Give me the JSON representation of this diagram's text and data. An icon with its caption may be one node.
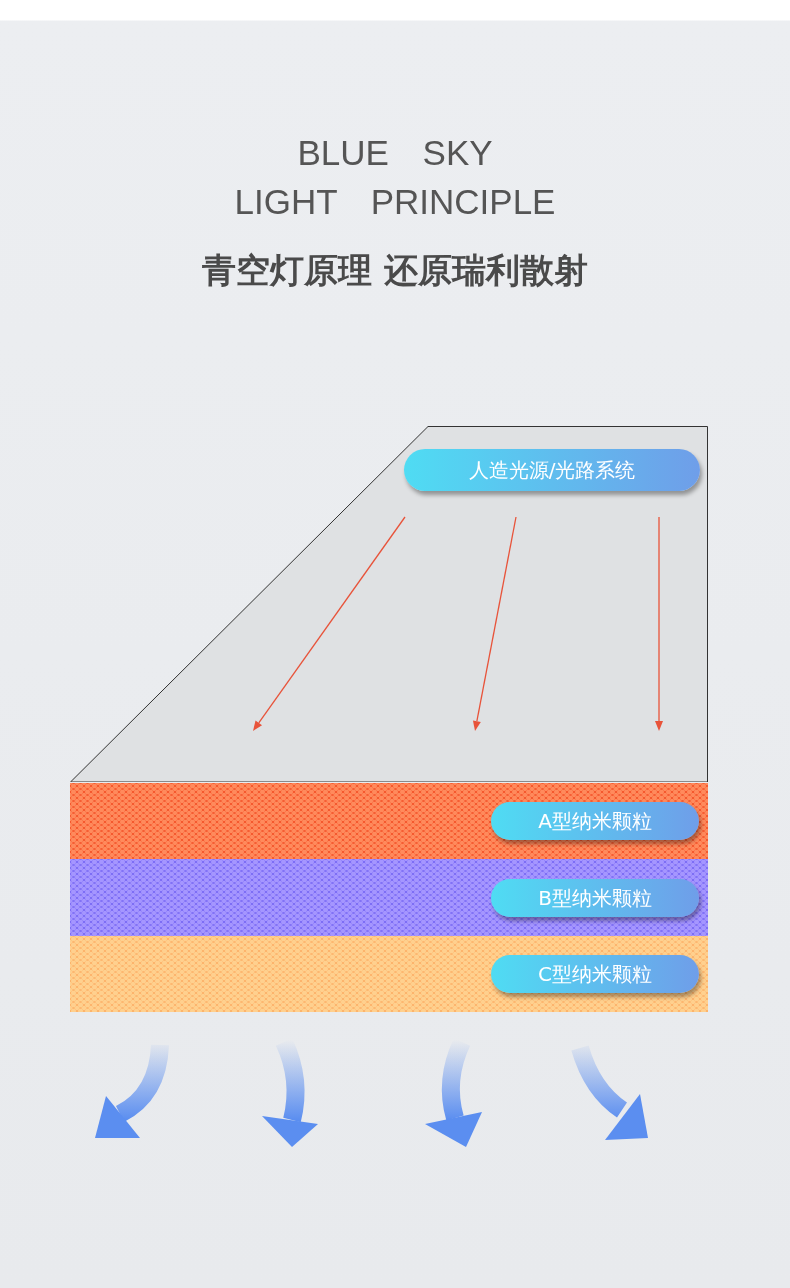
{
  "diagram": {
    "title": "BLUE SKY LIGHT PRINCIPLE",
    "nodes": [
      {
        "text": [],
        "shape": "box"
      },
      {
        "text": [
          "人造光源/光路系统"
        ],
        "in": 0
      },
      {
        "text": [],
        "shape": "bar"
      },
      {
        "text": [
          "A型纳米颗粒"
        ],
        "in": 2
      },
      {
        "text": [],
        "shape": "bar"
      },
      {
        "text": [
          "B型纳米颗粒"
        ],
        "in": 4
      },
      {
        "text": [],
        "shape": "bar"
      },
      {
        "text": [
          "C型纳米颗粒"
        ],
        "in": 6
      }
    ],
    "labels": [
      "青空灯原理 还原瑞利散射"
    ]
  }
}
